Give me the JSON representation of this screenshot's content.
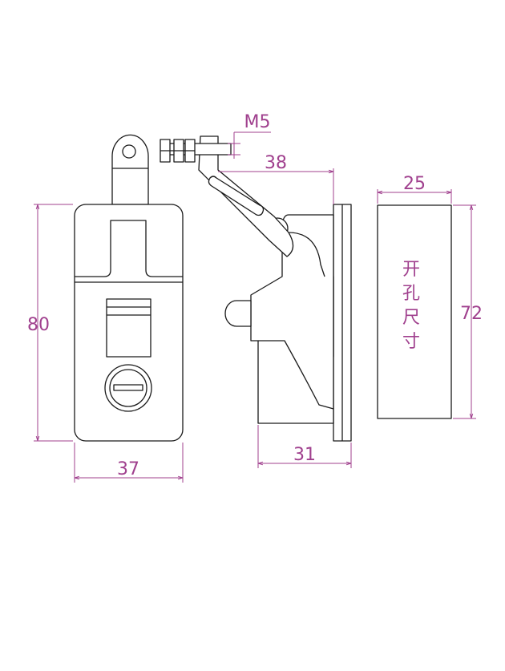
{
  "dimensions": {
    "height_front": "80",
    "width_front": "37",
    "thread": "M5",
    "arm_reach": "38",
    "depth_side": "31",
    "cutout_width": "25",
    "cutout_height": "72"
  },
  "cutout_label": [
    "开",
    "孔",
    "尺",
    "寸"
  ],
  "colors": {
    "dimension": "#a0408e",
    "outline": "#1a1a1a",
    "background": "#ffffff"
  }
}
